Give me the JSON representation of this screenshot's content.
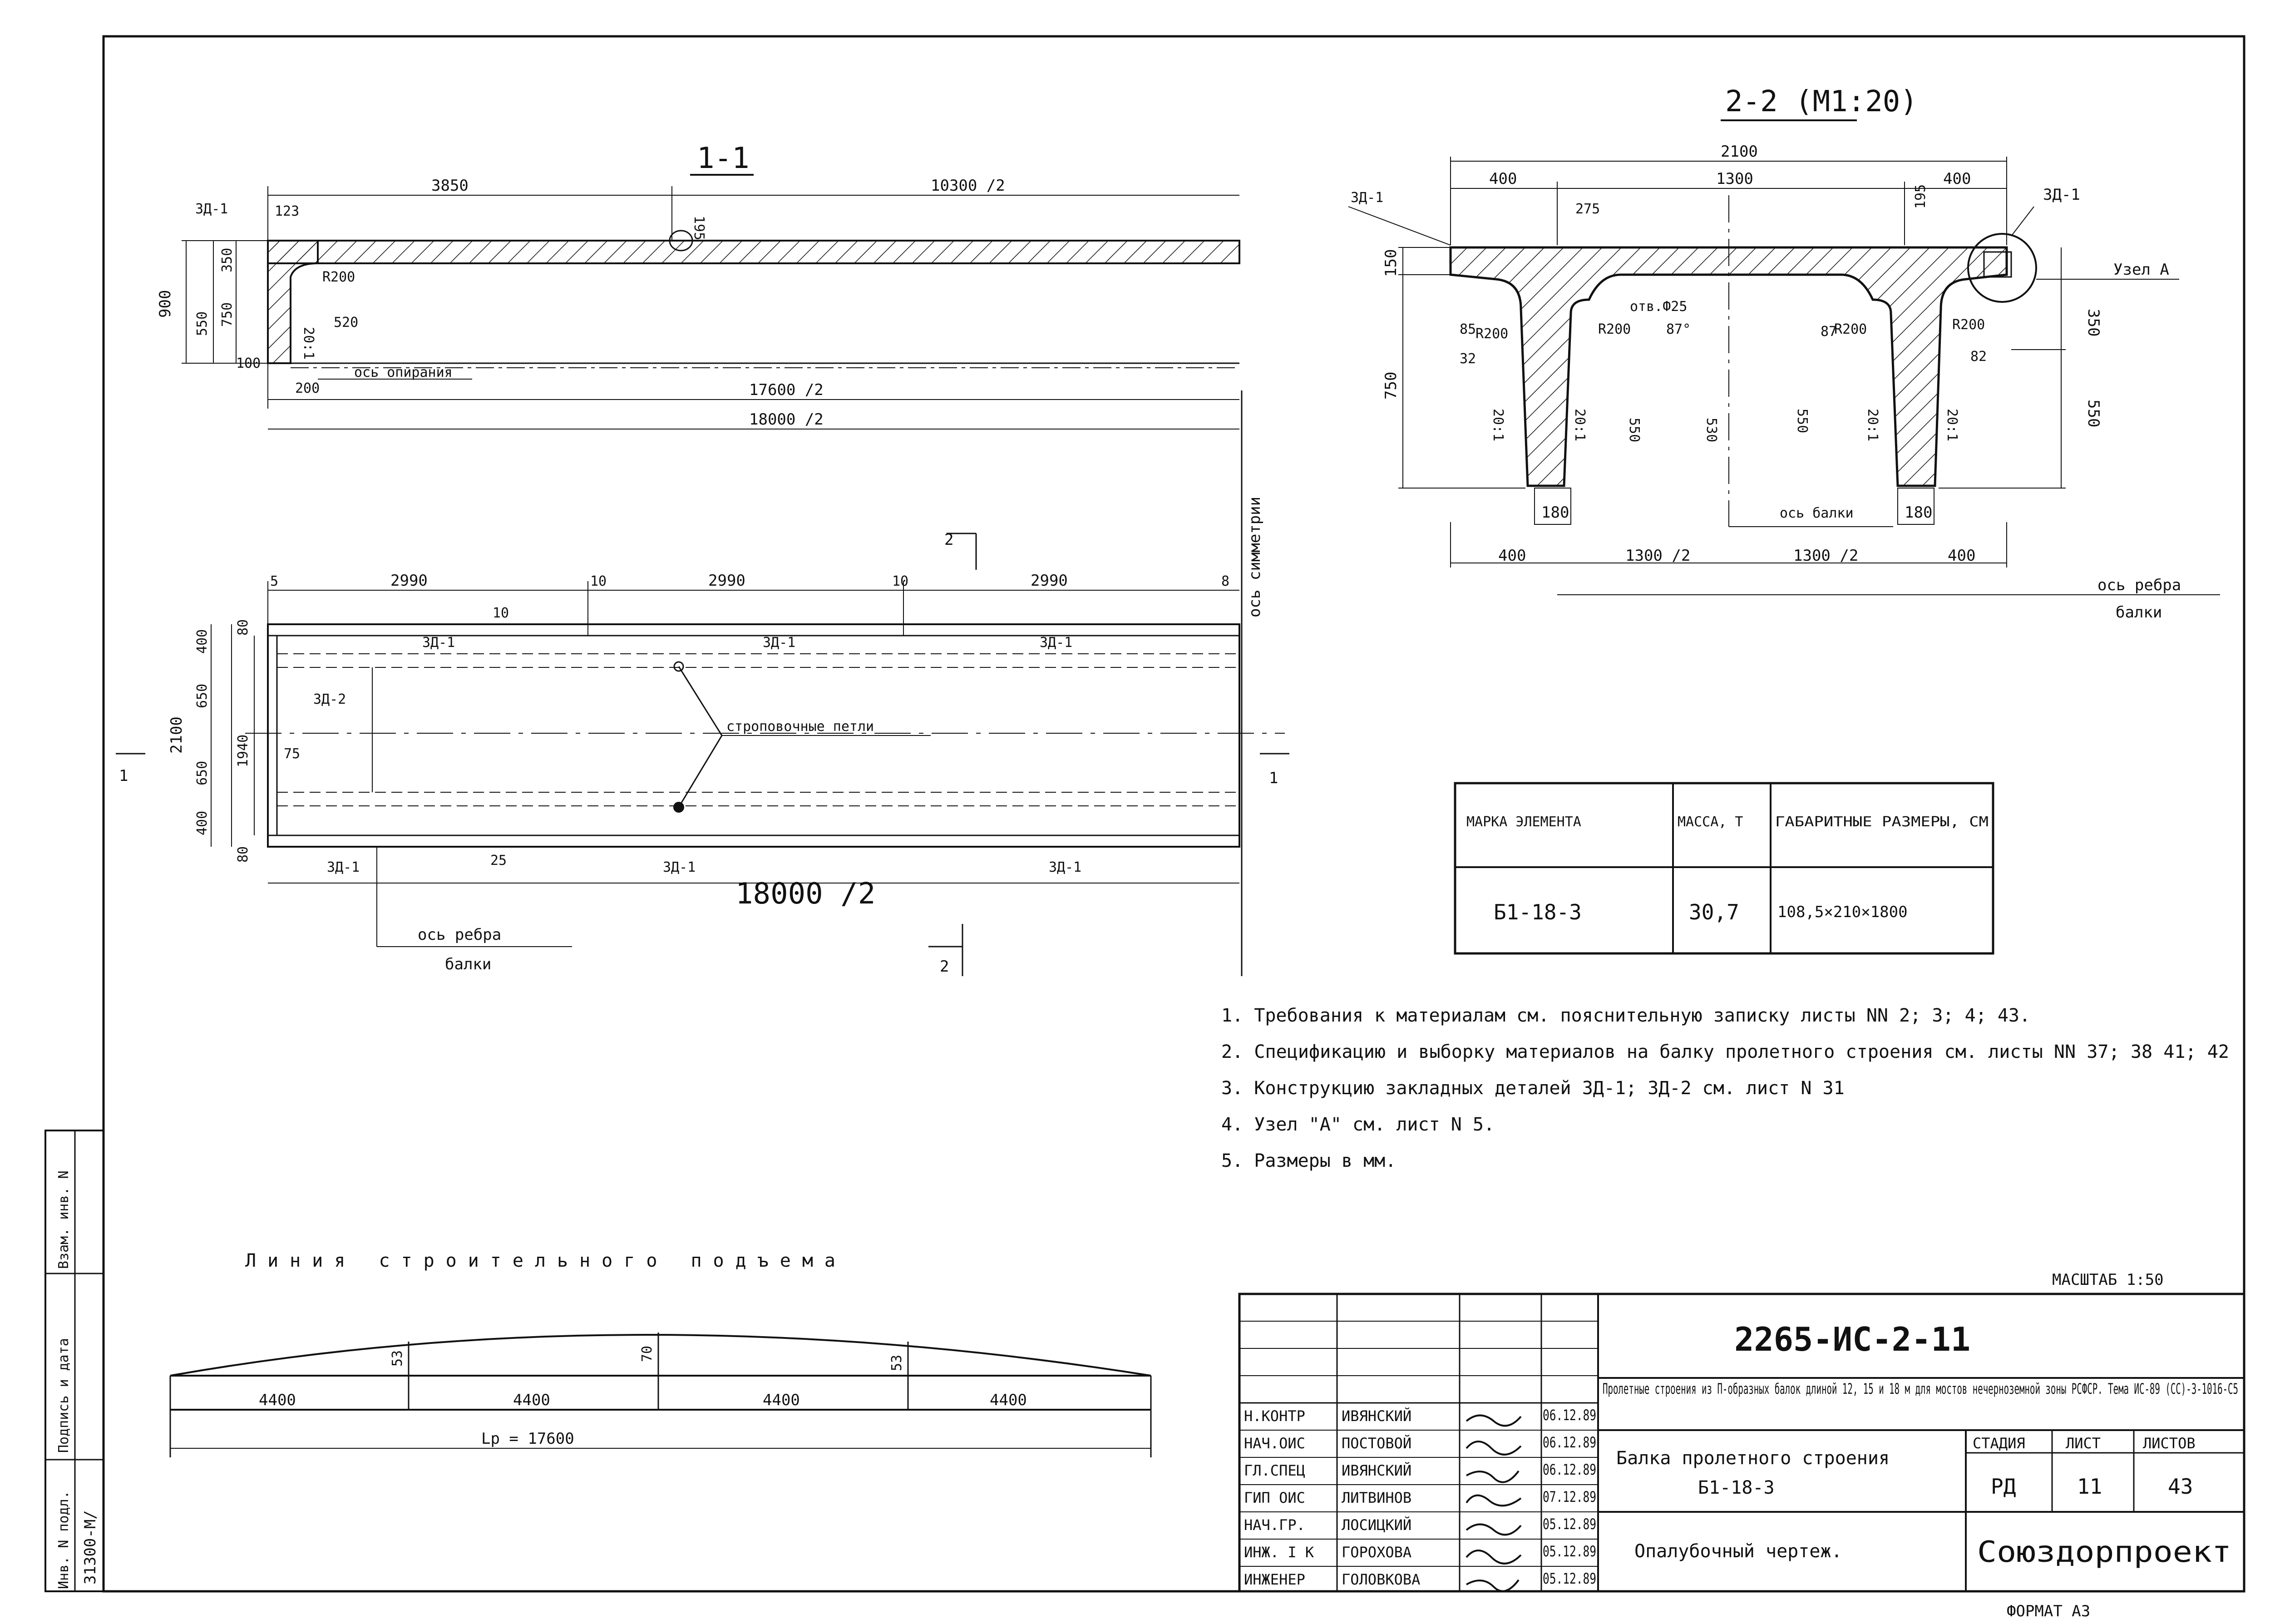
{
  "section_1_1": {
    "title": "1-1",
    "dims_top": [
      "3850",
      "10300 /2"
    ],
    "dims_left": [
      "900",
      "350",
      "750",
      "550",
      "123",
      "100",
      "200"
    ],
    "r_label": "R200",
    "slope": "20:1",
    "val_520": "520",
    "val_195": "195",
    "mark": "ЗД-1",
    "axis_support": "ось опирания",
    "dim_17600": "17600 /2",
    "dim_18000": "18000 /2",
    "axis_symmetry": "ось симметрии"
  },
  "plan": {
    "cut_label": "2",
    "dims_top": [
      "5",
      "2990",
      "10",
      "2990",
      "10",
      "2990",
      "8"
    ],
    "dims_left": [
      "2100",
      "400",
      "650",
      "650",
      "400",
      "80",
      "80",
      "1940",
      "75"
    ],
    "mark_zd1": "ЗД-1",
    "mark_zd2": "ЗД-2",
    "slings": "строповочные петли",
    "val_10": "10",
    "val_25": "25",
    "dim_18000": "18000 /2",
    "rib_axis_1": "ось ребра",
    "rib_axis_2": "балки",
    "cut_1": "1",
    "cut_2": "2"
  },
  "section_2_2": {
    "title": "2-2 (М1:20)",
    "dim_total": "2100",
    "dims_top": [
      "400",
      "1300",
      "400"
    ],
    "dims_bottom": [
      "400",
      "1300 /2",
      "1300 /2",
      "400"
    ],
    "dims_left": [
      "150",
      "750"
    ],
    "dims_right": [
      "350",
      "550"
    ],
    "vals": [
      "275",
      "195",
      "85",
      "550",
      "530",
      "550",
      "87",
      "82",
      "32"
    ],
    "hole": "отв.Ф25",
    "r_labels": [
      "R200",
      "R200",
      "R200",
      "R200"
    ],
    "angle": "87°",
    "slope": "20:1",
    "mark": "ЗД-1",
    "node_a": "Узел А",
    "beam_axis": "ось балки",
    "rib_width": "180",
    "rib_axis_1": "ось ребра",
    "rib_axis_2": "балки"
  },
  "mark_table": {
    "headers": [
      "МАРКА ЭЛЕМЕНТА",
      "МАССА, Т",
      "ГАБАРИТНЫЕ РАЗМЕРЫ, СМ"
    ],
    "row": [
      "Б1-18-3",
      "30,7",
      "108,5×210×1800"
    ]
  },
  "notes": [
    "1. Требования к материалам см. пояснительную записку листы NN 2; 3; 4; 43.",
    "2. Спецификацию и выборку материалов на балку пролетного строения см. листы NN 37; 38 41; 42",
    "3. Конструкцию закладных деталей ЗД-1; ЗД-2 см. лист N 31",
    "4. Узел \"А\" см. лист N 5.",
    "5. Размеры в мм."
  ],
  "camber": {
    "title": "Линия строительного подъема",
    "segments": [
      "4400",
      "4400",
      "4400",
      "4400"
    ],
    "vals": [
      "53",
      "70",
      "53"
    ],
    "lp": "Lр = 17600"
  },
  "side_stamp": {
    "fields": [
      "Инв. N подл.",
      "Подпись и дата",
      "Взам. инв. N"
    ],
    "inv_no": "31300-М/"
  },
  "title_block": {
    "scale": "МАСШТАБ 1:50",
    "code": "2265-ИС-2-11",
    "project": "Пролетные строения из П-образных балок длиной 12, 15 и 18 м для мостов нечерноземной зоны РСФСР. Тема ИС-89 (СС)-3-1016-С5",
    "title_1": "Балка пролетного строения",
    "title_2": "Б1-18-3",
    "drawing": "Опалубочный чертеж.",
    "stage_header": "СТАДИЯ",
    "sheet_header": "ЛИСТ",
    "sheets_header": "ЛИСТОВ",
    "stage": "РД",
    "sheet": "11",
    "sheets": "43",
    "org": "Союздорпроект",
    "format": "ФОРМАТ А3",
    "staff": [
      {
        "role": "Н.КОНТР",
        "name": "ИВЯНСКИЙ",
        "date": "06.12.89"
      },
      {
        "role": "НАЧ.ОИС",
        "name": "ПОСТОВОЙ",
        "date": "06.12.89"
      },
      {
        "role": "ГЛ.СПЕЦ",
        "name": "ИВЯНСКИЙ",
        "date": "06.12.89"
      },
      {
        "role": "ГИП ОИС",
        "name": "ЛИТВИНОВ",
        "date": "07.12.89"
      },
      {
        "role": "НАЧ.ГР.",
        "name": "ЛОСИЦКИЙ",
        "date": "05.12.89"
      },
      {
        "role": "ИНЖ. I К",
        "name": "ГОРОХОВА",
        "date": "05.12.89"
      },
      {
        "role": "ИНЖЕНЕР",
        "name": "ГОЛОВКОВА",
        "date": "05.12.89"
      }
    ]
  }
}
